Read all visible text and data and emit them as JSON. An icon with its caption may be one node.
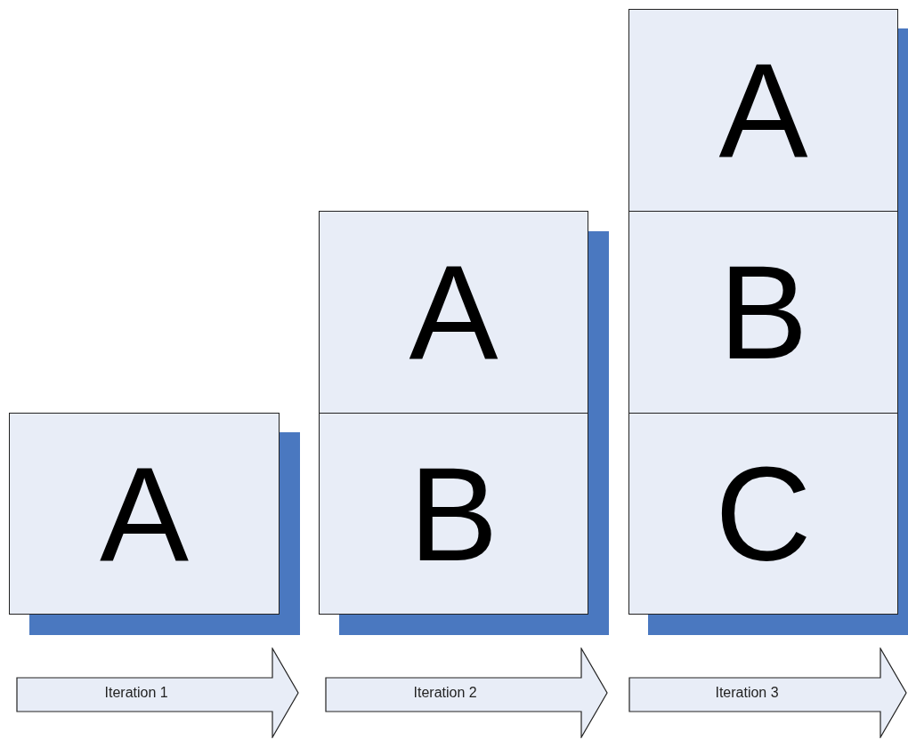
{
  "diagram": {
    "nodes": [
      {
        "text": [
          "A"
        ]
      },
      {
        "text": [
          "A"
        ]
      },
      {
        "text": [
          "B"
        ]
      },
      {
        "text": [
          "A"
        ]
      },
      {
        "text": [
          "B"
        ]
      },
      {
        "text": [
          "C"
        ]
      },
      {
        "text": [
          "Iteration 1"
        ]
      },
      {
        "text": [
          "Iteration 2"
        ]
      },
      {
        "text": [
          "Iteration 3"
        ]
      }
    ],
    "edges": []
  }
}
